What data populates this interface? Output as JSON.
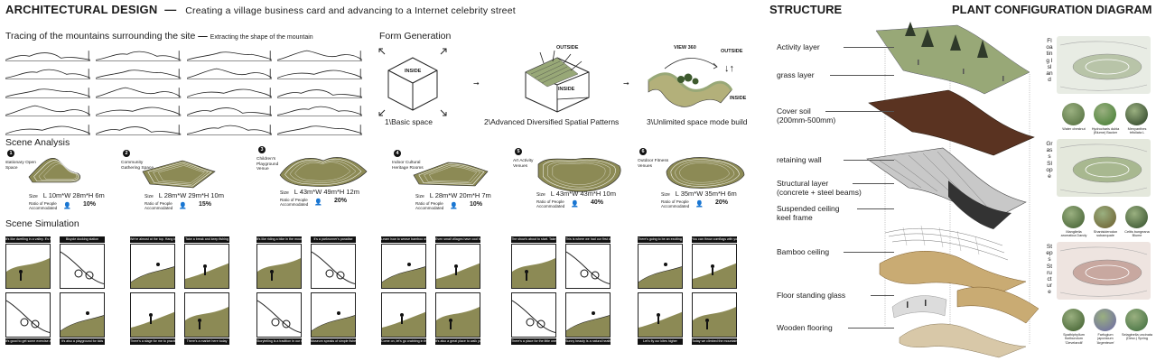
{
  "header": {
    "title": "ARCHITECTURAL DESIGN",
    "dash": "—",
    "subtitle": "Creating a village business card and advancing to a Internet celebrity street"
  },
  "tracing": {
    "title": "Tracing of the mountains surrounding the site",
    "dash": "—",
    "note": "Extracting the shape of the mountain"
  },
  "form": {
    "title": "Form Generation",
    "items": [
      {
        "caption": "1\\Basic space",
        "label": "INSIDE"
      },
      {
        "caption": "2\\Advanced Diversified Spatial Patterns",
        "label_top": "OUTSIDE",
        "label": "INSIDE"
      },
      {
        "caption": "3\\Unlimited space mode build",
        "label_top": "VIEW 360",
        "label_right": "OUTSIDE",
        "label": "INSIDE"
      }
    ]
  },
  "scene_analysis": {
    "title": "Scene Analysis",
    "size_key": "Size",
    "ratio_key": "Ratio of People Accommodated",
    "items": [
      {
        "num": "1",
        "name": "stationary Open Space",
        "size": "L 10m*W 28m*H 6m",
        "pct": "10%"
      },
      {
        "num": "2",
        "name": "Community Gathering Space",
        "size": "L 28m*W 29m*H 10m",
        "pct": "15%"
      },
      {
        "num": "3",
        "name": "Children's Playground Venue",
        "size": "L 43m*W 49m*H 12m",
        "pct": "20%"
      },
      {
        "num": "4",
        "name": "Indoor Cultural Heritage Rooms",
        "size": "L 28m*W 20m*H 7m",
        "pct": "10%"
      },
      {
        "num": "5",
        "name": "Art Activity Venues",
        "size": "L 43m*W 43m*H 10m",
        "pct": "40%"
      },
      {
        "num": "6",
        "name": "Outdoor Fitness Venues",
        "size": "L 35m*W 35m*H 6m",
        "pct": "20%"
      }
    ]
  },
  "scene_simulation": {
    "title": "Scene Simulation",
    "top_captions": [
      "It's like dwelling in a valley. It's so peaceful",
      "Bicycle docking station",
      "We're almost at the top. Hang in there",
      "Take a break and keep fishing",
      "It's like riding a bike in the mountains",
      "It's a parkrunner's paradise",
      "Learn how to weave bamboo with a master",
      "Even small villages have cool famous items",
      "The show's about to start. Take your seats",
      "This is where we had our first date",
      "There's going to be an exciting basketball game going on here",
      "You can throw comflags with your friends"
    ],
    "bottom_captions": [
      "It's good to get some exercise and play badminton",
      "It's also a playground for kids",
      "There's a stage for me to practice my flute",
      "There's a market here today",
      "Storytelling is a tradition in our village",
      "Museum speaks of simple fishermen's culture",
      "Come on, let's go crabbing in the pond",
      "It's also a great place to walk your dog",
      "There's a place for the little ones at home to play",
      "Sunny beauty is a natural health centre",
      "Let's fly our kites higher",
      "Today we climbed the mountain in front of our houses"
    ]
  },
  "structure": {
    "title": "STRUCTURE",
    "layers": [
      {
        "label": "Activity layer"
      },
      {
        "label": "grass layer"
      },
      {
        "label": "Cover soil",
        "sub": "(200mm-500mm)"
      },
      {
        "label": "retaining wall"
      },
      {
        "label": "Structural layer",
        "sub": "(concrete + steel beams)"
      },
      {
        "label": "Suspended ceiling",
        "sub": "keel frame"
      },
      {
        "label": "Bamboo ceiling"
      },
      {
        "label": "Floor standing glass"
      },
      {
        "label": "Wooden flooring"
      }
    ]
  },
  "plants": {
    "title": "PLANT CONFIGURATION DIAGRAM",
    "groups": [
      {
        "vertical": "Floating Island",
        "species": [
          "Water chestnut",
          "Hydrocharis dubia (Blume) Backer",
          "Menyanthes trifoliata L"
        ]
      },
      {
        "vertical": "Grass Slope",
        "species": [
          "Manglietia aromatica Dandy",
          "Shanisiderodon subaequale",
          "Celtis bungeana Blume"
        ]
      },
      {
        "vertical": "Steps Structure",
        "species": [
          "Spathiphyllum floribundum 'Clevelandii'",
          "Farfugium japonicum 'Argenteum'",
          "Selaginella uncinata (Desv.) Spring"
        ]
      }
    ]
  },
  "colors": {
    "olive": "#8c8a55",
    "olive_light": "#b3b07a",
    "soil": "#5a3321",
    "bamboo": "#c9ab73",
    "grass": "#98a877",
    "steel": "#9a9a9a"
  }
}
